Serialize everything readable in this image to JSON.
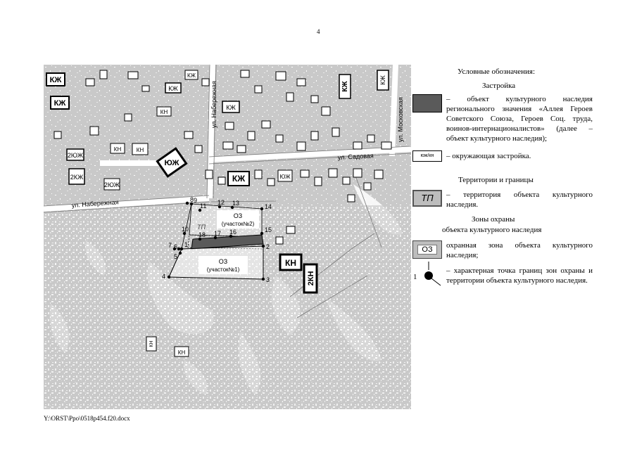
{
  "page_number": "4",
  "footer_path": "Y:\\ORST\\Ppo\\0518p454.f20.docx",
  "map": {
    "streets": {
      "naberezhnaya_vertical": "ул. Набережная",
      "naberezhnaya_horizontal": "ул. Набережная",
      "moskovskaya": "ул. Московская",
      "sadovaya": "ул. Садовая"
    },
    "zones": {
      "oz2_title": "ОЗ",
      "oz2_sub": "(участок№2)",
      "oz1_title": "ОЗ",
      "oz1_sub": "(участок№1)",
      "tp": "ТП"
    },
    "point_labels": [
      "1",
      "2",
      "3",
      "4",
      "5",
      "6",
      "7",
      "8",
      "9",
      "10",
      "11",
      "12",
      "13",
      "14",
      "15",
      "16",
      "17",
      "18"
    ],
    "building_labels": {
      "kzh": "КЖ",
      "kn": "КН",
      "yuzh": "ЮЖ",
      "two_yuzh": "2ЮЖ",
      "two_kzh": "2КЖ",
      "two_kn": "2КН"
    }
  },
  "legend": {
    "title": "Условные обозначения:",
    "section_buildings": "Застройка",
    "heritage_object_text": "– объект культурного наследия регионального значения «Аллея Героев Советского Союза, Героев Соц. труда, воинов-интернационалистов» (далее – объект культурного наследия);",
    "surrounding_swatch": "юж/кн",
    "surrounding_text": "– окружающая застройка.",
    "section_territories": "Территории и границы",
    "tp_swatch": "ТП",
    "tp_text": "– территория объекта культурного наследия.",
    "section_zones_line1": "Зоны охраны",
    "section_zones_line2": "объекта культурного наследия",
    "oz_swatch": "ОЗ",
    "oz_text": "охранная зона объекта культурного наследия;",
    "point_swatch": "1",
    "point_text": "– характерная точка границ зон охраны и территории объекта культурного наследия."
  },
  "colors": {
    "map_background": "#c9c9c9",
    "heritage_fill": "#5a5a5a",
    "tp_swatch_fill": "#bdbdbd",
    "oz_swatch_fill": "#bdbdbd"
  }
}
